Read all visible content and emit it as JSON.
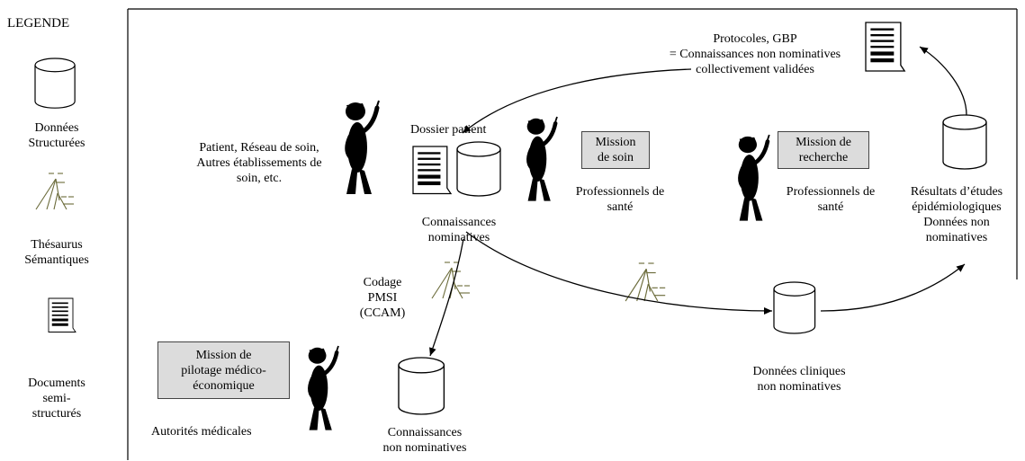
{
  "legend": {
    "title": "LEGENDE",
    "db_label": [
      "Données",
      "Structurées"
    ],
    "thesaurus_label": [
      "Thésaurus",
      "Sémantiques"
    ],
    "docs_label": [
      "Documents",
      "semi-",
      "structurés"
    ]
  },
  "nodes": {
    "protocols": [
      "Protocoles, GBP",
      "= Connaissances non nominatives",
      "collectivement validées"
    ],
    "patient_network": [
      "Patient, Réseau de soin,",
      "Autres établissements de",
      "soin, etc."
    ],
    "dossier_patient": "Dossier patient",
    "connaissances_nominatives": [
      "Connaissances",
      "nominatives"
    ],
    "mission_soin": [
      "Mission",
      "de soin"
    ],
    "pros_sante_1": [
      "Professionnels de",
      "santé"
    ],
    "mission_recherche": [
      "Mission de",
      "recherche"
    ],
    "pros_sante_2": [
      "Professionnels de",
      "santé"
    ],
    "resultats": [
      "Résultats d’études",
      "épidémiologiques",
      "Données non",
      "nominatives"
    ],
    "codage": [
      "Codage",
      "PMSI",
      "(CCAM)"
    ],
    "mission_pilotage": [
      "Mission de",
      "pilotage médico-",
      "économique"
    ],
    "autorites": "Autorités médicales",
    "connaissances_non_nominatives": [
      "Connaissances",
      "non nominatives"
    ],
    "donnees_cliniques": [
      "Données cliniques",
      "non nominatives"
    ]
  },
  "colors": {
    "box_fill": "#dcdcdc",
    "ink": "#000000",
    "thesaurus": "#6b6b3a"
  }
}
